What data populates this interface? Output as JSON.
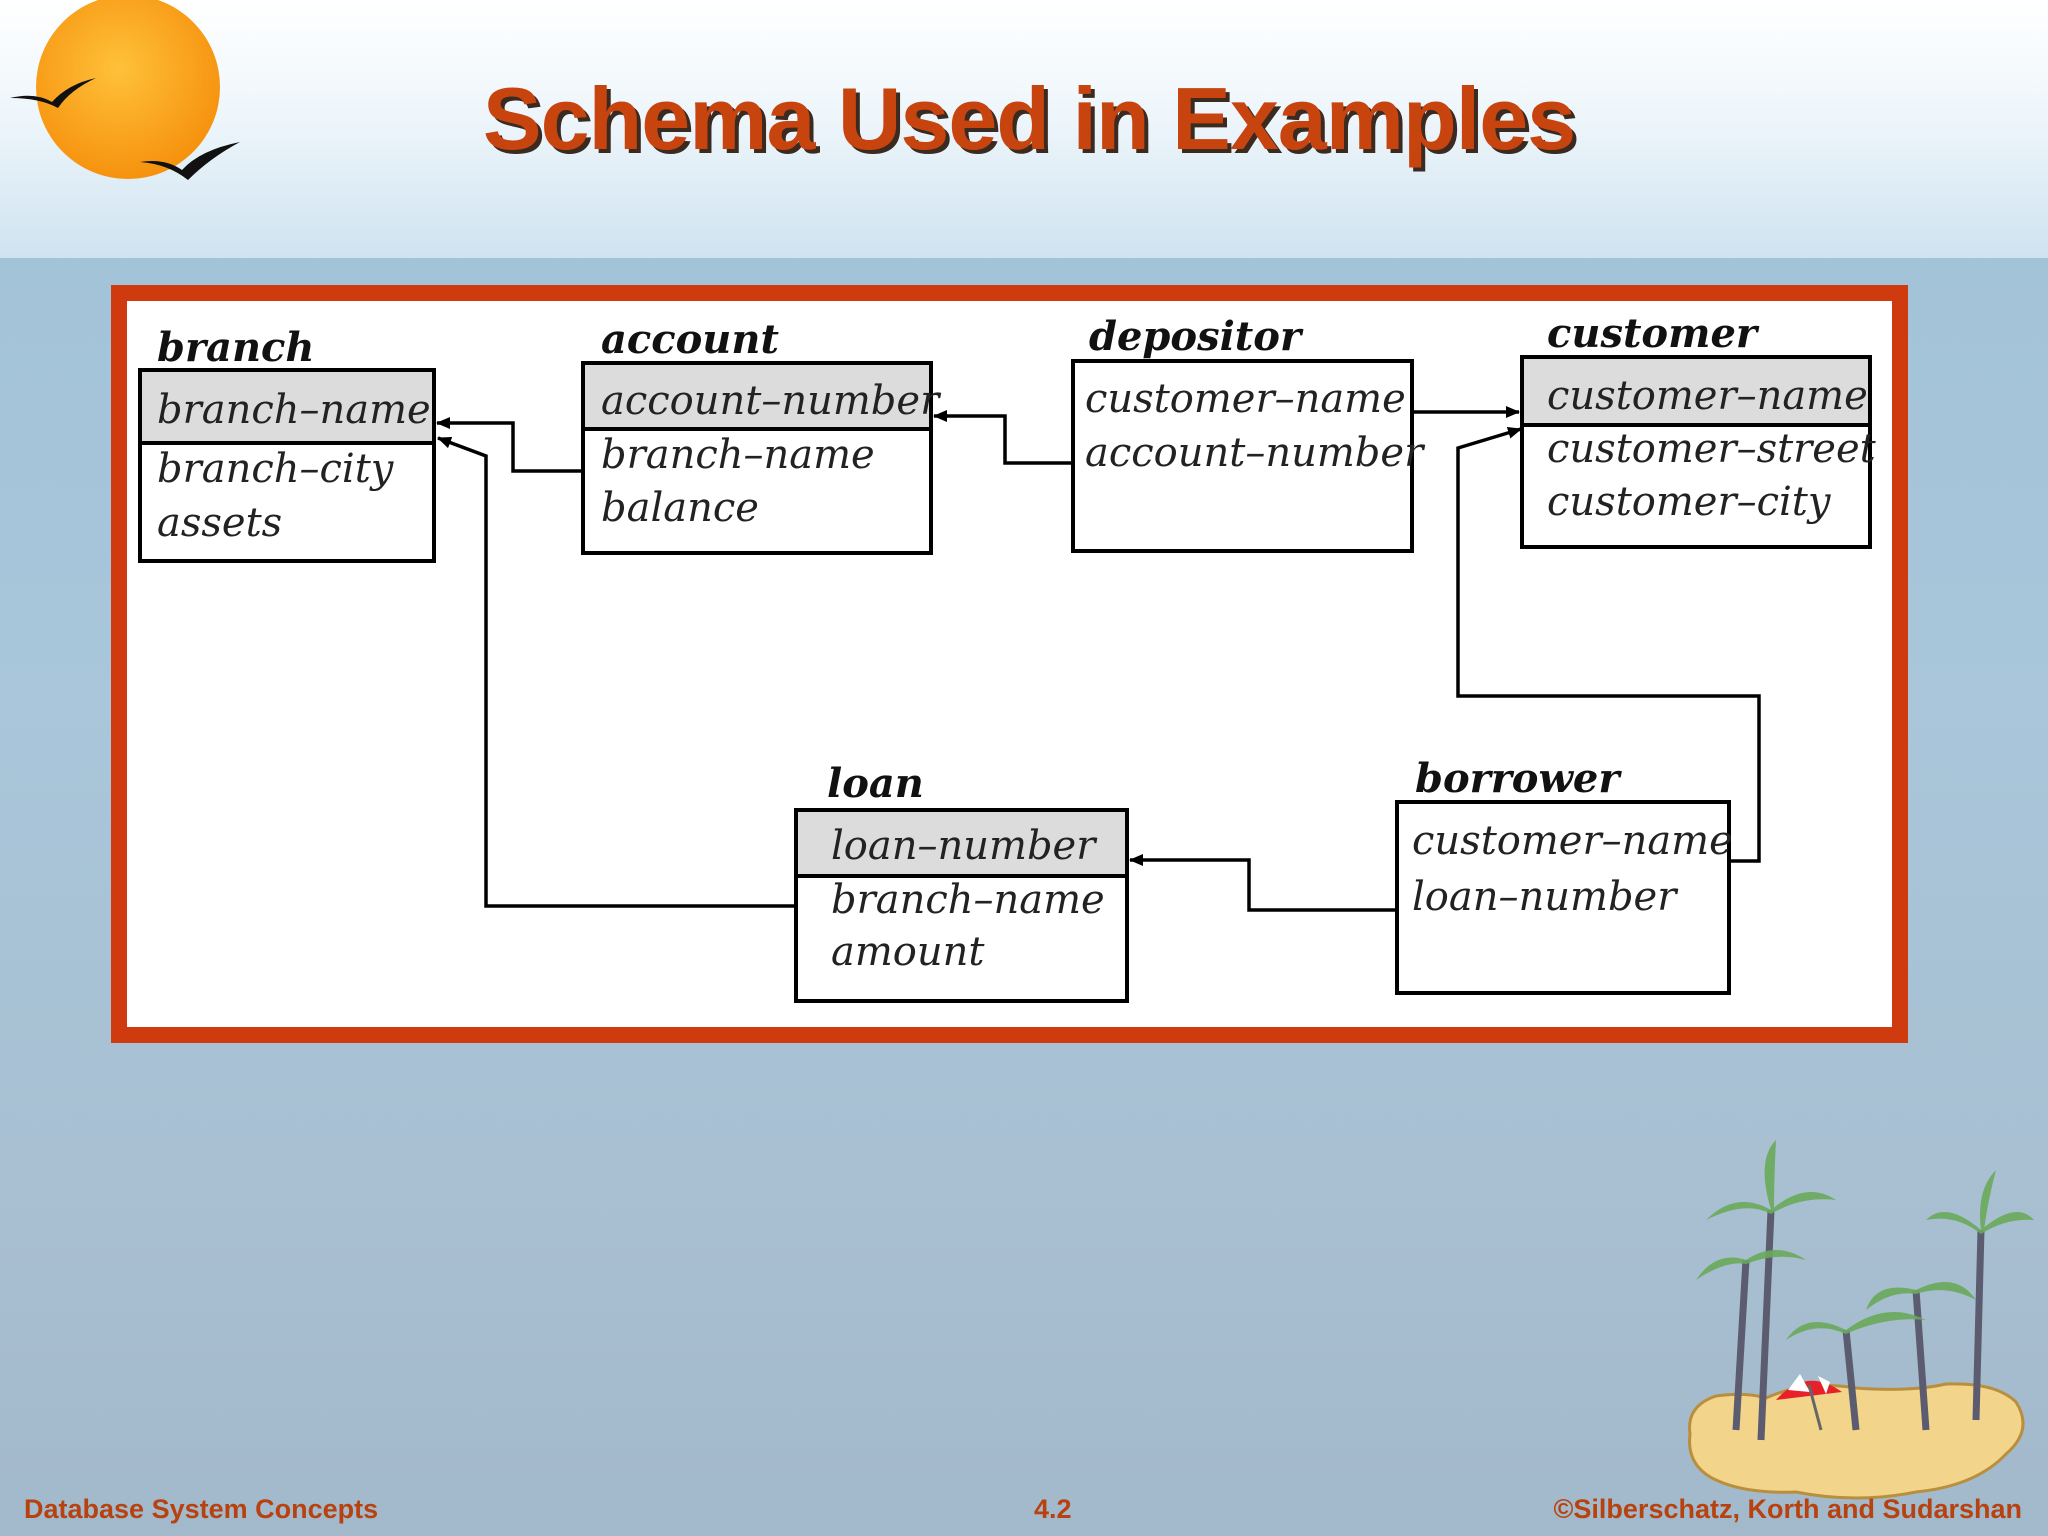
{
  "slide": {
    "title": "Schema Used in Examples"
  },
  "tables": {
    "branch": {
      "name": "branch",
      "key": "branch–name",
      "fields": [
        "branch–city",
        "assets"
      ]
    },
    "account": {
      "name": "account",
      "key": "account–number",
      "fields": [
        "branch–name",
        "balance"
      ]
    },
    "depositor": {
      "name": "depositor",
      "fields": [
        "customer–name",
        "account–number"
      ]
    },
    "customer": {
      "name": "customer",
      "key": "customer–name",
      "fields": [
        "customer–street",
        "customer–city"
      ]
    },
    "loan": {
      "name": "loan",
      "key": "loan–number",
      "fields": [
        "branch–name",
        "amount"
      ]
    },
    "borrower": {
      "name": "borrower",
      "fields": [
        "customer–name",
        "loan–number"
      ]
    }
  },
  "footer": {
    "left": "Database System Concepts",
    "center": "4.2",
    "right": "©Silberschatz, Korth and Sudarshan"
  },
  "colors": {
    "title": "#c8440f",
    "frame": "#cf3a0f",
    "key_fill": "#dcdcdc",
    "footer": "#b8420f"
  },
  "icons": [
    "sun-with-birds-art",
    "palm-island-art",
    "beach-umbrella-icon"
  ]
}
